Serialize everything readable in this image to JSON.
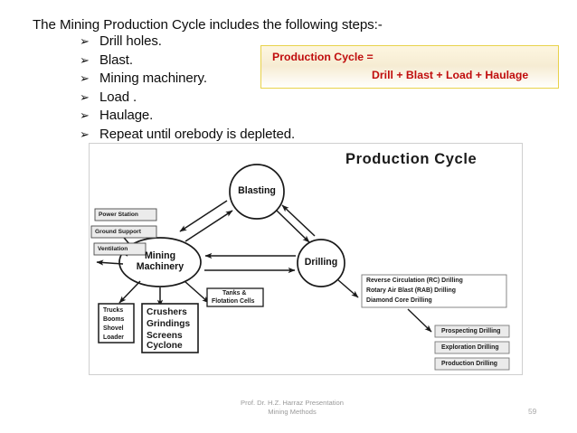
{
  "heading": "The Mining Production Cycle includes the following steps:-",
  "bullet_glyph": "➢",
  "bullets": [
    {
      "label": "Drill holes."
    },
    {
      "label": "Blast."
    },
    {
      "label": "Mining machinery."
    },
    {
      "label": "Load ."
    },
    {
      "label": "Haulage."
    },
    {
      "label": "Repeat until orebody is depleted."
    }
  ],
  "callout": {
    "line1": "Production Cycle =",
    "line2": "Drill + Blast + Load + Haulage",
    "text_color": "#c00d0d",
    "border_color": "#e8d24a",
    "fill_color": "#fdf6e0"
  },
  "diagram": {
    "title": "Production  Cycle",
    "nodes": {
      "blasting": "Blasting",
      "drilling": "Drilling",
      "mining_machinery_line1": "Mining",
      "mining_machinery_line2": "Machinery"
    },
    "left_boxes": [
      {
        "label": "Power Station"
      },
      {
        "label": "Ground Support"
      },
      {
        "label": "Ventilation"
      }
    ],
    "trucks_box": {
      "line1": "Trucks",
      "line2": "Booms",
      "line3": "Shovel",
      "line4": "Loader"
    },
    "crushers_box": {
      "line1": "Crushers",
      "line2": "Grindings",
      "line3": "Screens",
      "line4": "Cyclone"
    },
    "tanks_box": {
      "line1": "Tanks &",
      "line2": "Flotation Cells"
    },
    "drilling_types_box": {
      "line1": "Reverse Circulation (RC) Drilling",
      "line2": "Rotary Air Blast (RAB) Drilling",
      "line3": "Diamond Core Drilling"
    },
    "drilling_purpose_boxes": [
      {
        "label": "Prospecting Drilling"
      },
      {
        "label": "Exploration Drilling"
      },
      {
        "label": "Production Drilling"
      }
    ],
    "box_fill": "#ebebeb",
    "stroke_color": "#1a1a1a"
  },
  "footer": {
    "line1": "Prof. Dr. H.Z. Harraz Presentation",
    "line2": "Mining Methods",
    "page_number": "59"
  }
}
